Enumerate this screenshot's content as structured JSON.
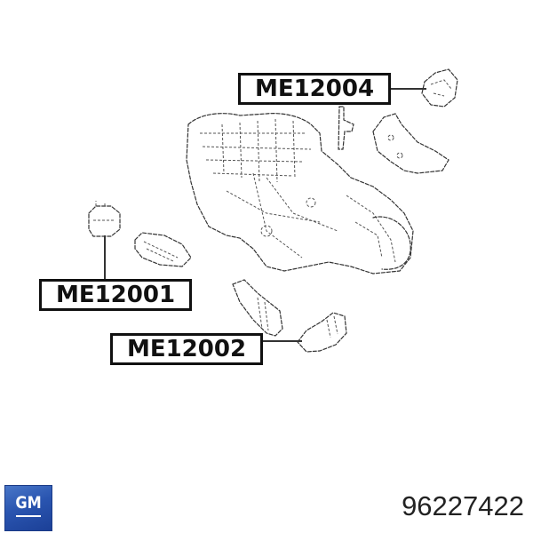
{
  "diagram": {
    "type": "exploded-parts-diagram",
    "subject": "engine and transmission mounts",
    "labels": [
      {
        "id": "ME12004",
        "text": "ME12004",
        "points_to": "upper right engine mount"
      },
      {
        "id": "ME12001",
        "text": "ME12001",
        "points_to": "left transmission mount"
      },
      {
        "id": "ME12002",
        "text": "ME12002",
        "points_to": "lower rear mount"
      }
    ]
  },
  "brand": {
    "logo_text": "GM",
    "logo_color": "#2a55b0"
  },
  "part_number": "96227422"
}
